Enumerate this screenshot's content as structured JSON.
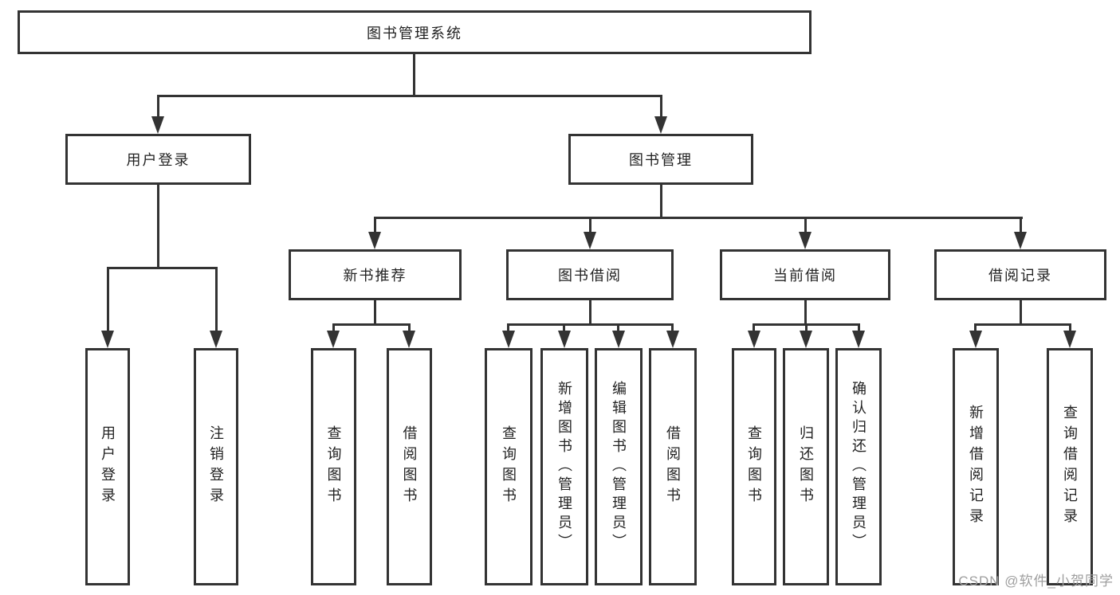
{
  "diagram": {
    "root": {
      "label": "图书管理系统"
    },
    "branches": [
      {
        "label": "用户登录",
        "children": [
          {
            "label": "用户登录"
          },
          {
            "label": "注销登录"
          }
        ]
      },
      {
        "label": "图书管理",
        "children": [
          {
            "label": "新书推荐",
            "children": [
              {
                "label": "查询图书"
              },
              {
                "label": "借阅图书"
              }
            ]
          },
          {
            "label": "图书借阅",
            "children": [
              {
                "label": "查询图书"
              },
              {
                "label": "新增图书（管理员）"
              },
              {
                "label": "编辑图书（管理员）"
              },
              {
                "label": "借阅图书"
              }
            ]
          },
          {
            "label": "当前借阅",
            "children": [
              {
                "label": "查询图书"
              },
              {
                "label": "归还图书"
              },
              {
                "label": "确认归还（管理员）"
              }
            ]
          },
          {
            "label": "借阅记录",
            "children": [
              {
                "label": "新增借阅记录"
              },
              {
                "label": "查询借阅记录"
              }
            ]
          }
        ]
      }
    ]
  },
  "watermark": {
    "text": "CSDN @软件_小贺同学"
  },
  "colors": {
    "line": "#333333",
    "text": "#222222",
    "background": "#ffffff",
    "watermark": "#9e9e9e"
  }
}
